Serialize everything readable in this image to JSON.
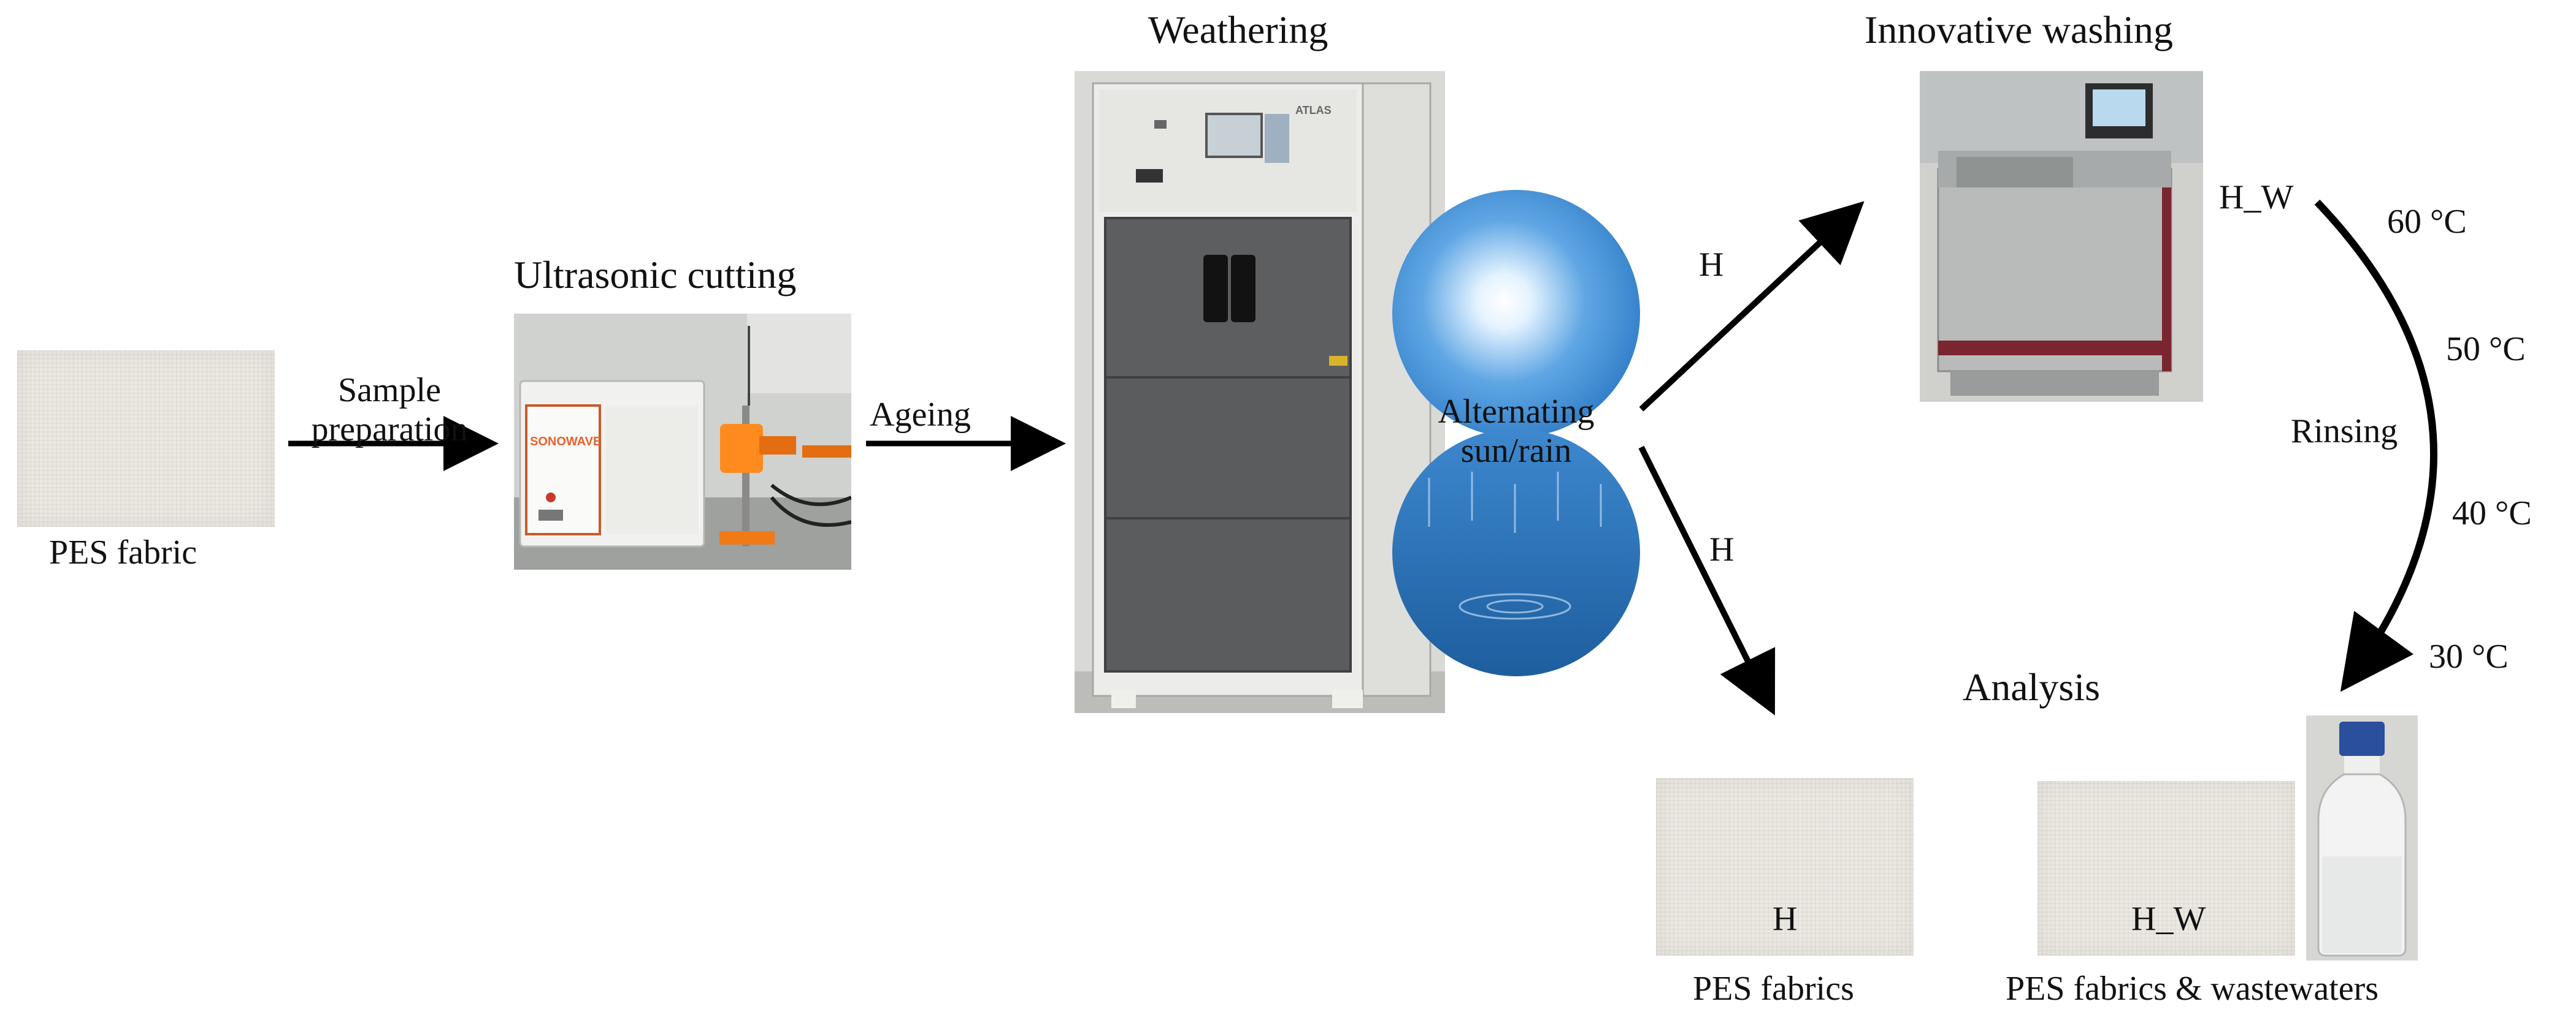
{
  "steps": {
    "fabric_label": "PES fabric",
    "sample_prep_line1": "Sample",
    "sample_prep_line2": "preparation",
    "ultrasonic_title": "Ultrasonic cutting",
    "ageing_label": "Ageing",
    "weathering_title": "Weathering",
    "alternating_line1": "Alternating",
    "alternating_line2": "sun/rain",
    "washing_title": "Innovative washing",
    "arrow_h_upper": "H",
    "arrow_h_lower": "H",
    "hw_label": "H_W",
    "temps": [
      "60 °C",
      "50 °C",
      "40 °C",
      "30 °C"
    ],
    "rinsing_label": "Rinsing",
    "analysis_title": "Analysis",
    "sample_h_label": "H",
    "sample_hw_label": "H_W",
    "pes_fabrics_label": "PES fabrics",
    "pes_fabrics_wastewaters_label": "PES fabrics & wastewaters"
  },
  "device_text": {
    "sonowave_brand": "SONOWAVE",
    "atlas_brand": "ATLAS"
  },
  "colors": {
    "arrow": "#000000",
    "sonowave_orange": "#e8602c",
    "weathering_cabinet_body": "#e9e9e6",
    "weathering_door": "#5f6062",
    "sky_blue": "#2f7cc7",
    "rain_blue": "#1d5e9e",
    "fabric": "#ece8e2",
    "bottle_cap": "#2a4f9c"
  }
}
